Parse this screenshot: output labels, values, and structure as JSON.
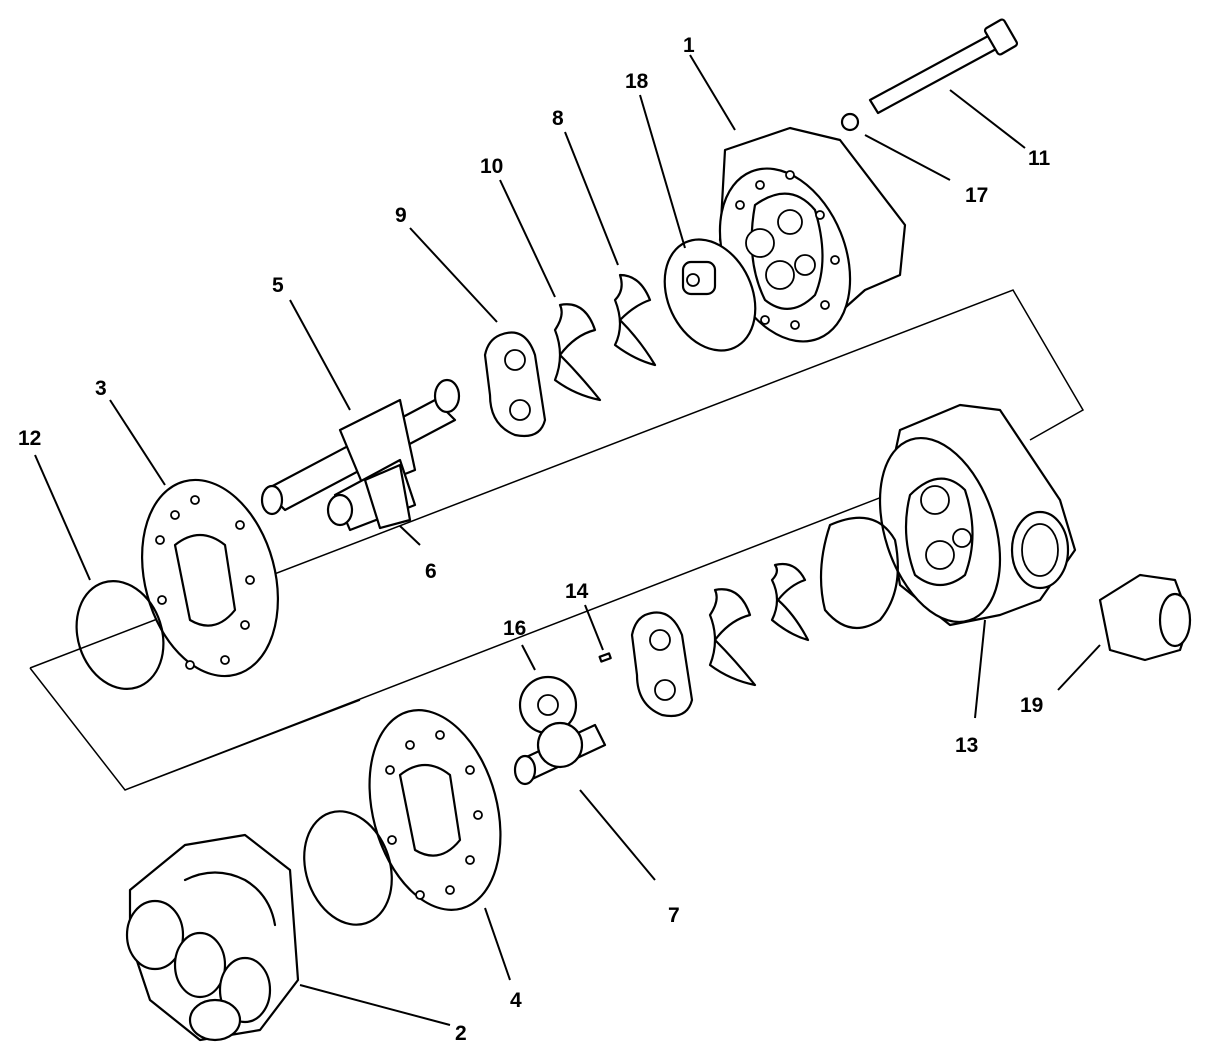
{
  "callouts": [
    {
      "id": "1",
      "text": "1"
    },
    {
      "id": "2",
      "text": "2"
    },
    {
      "id": "3",
      "text": "3"
    },
    {
      "id": "4",
      "text": "4"
    },
    {
      "id": "5",
      "text": "5"
    },
    {
      "id": "6",
      "text": "6"
    },
    {
      "id": "7",
      "text": "7"
    },
    {
      "id": "8",
      "text": "8"
    },
    {
      "id": "9",
      "text": "9"
    },
    {
      "id": "10",
      "text": "10"
    },
    {
      "id": "11",
      "text": "11"
    },
    {
      "id": "12",
      "text": "12"
    },
    {
      "id": "13",
      "text": "13"
    },
    {
      "id": "14",
      "text": "14"
    },
    {
      "id": "16",
      "text": "16"
    },
    {
      "id": "17",
      "text": "17"
    },
    {
      "id": "18",
      "text": "18"
    },
    {
      "id": "19",
      "text": "19"
    }
  ]
}
